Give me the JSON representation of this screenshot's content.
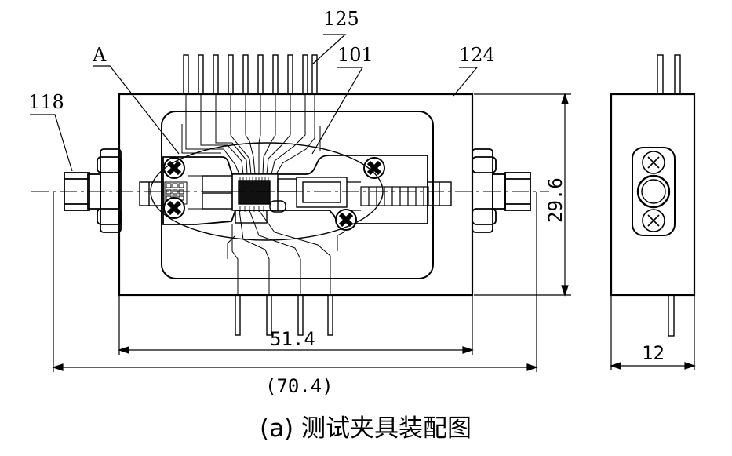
{
  "labels": {
    "ref_125": "125",
    "ref_a": "A",
    "ref_101": "101",
    "ref_124": "124",
    "ref_118": "118"
  },
  "dimensions": {
    "height": "29.6",
    "body_width": "51.4",
    "overall_width": "(70.4)",
    "side_thickness": "12"
  },
  "caption": "(a) 测试夹具装配图"
}
